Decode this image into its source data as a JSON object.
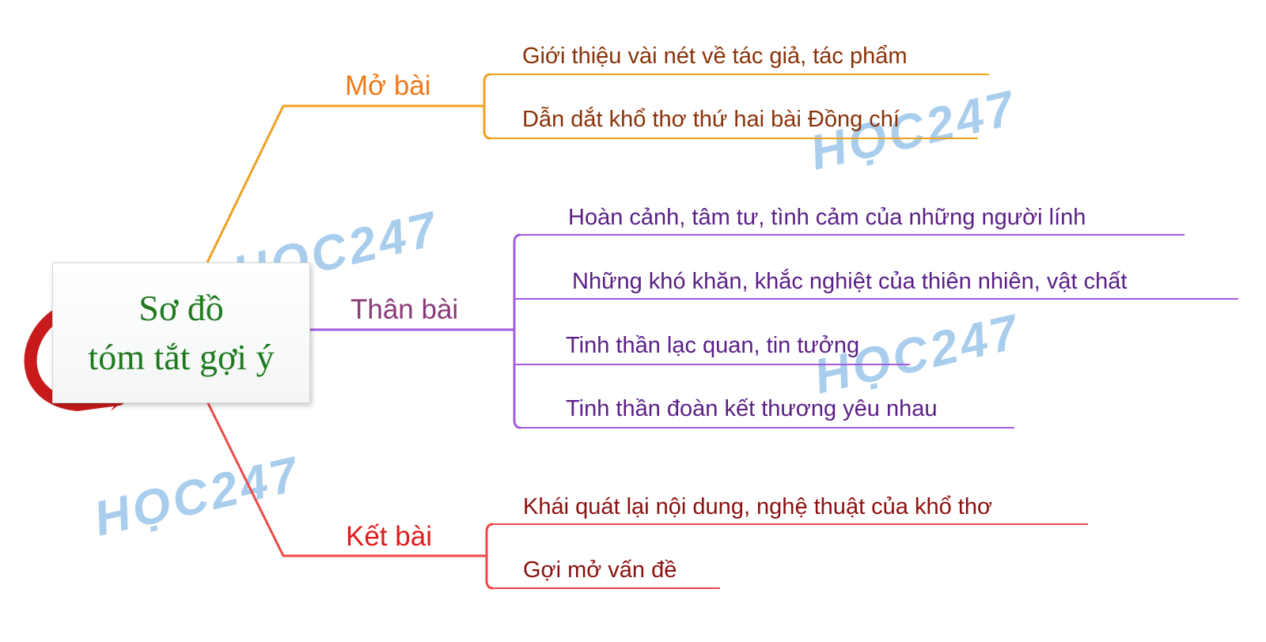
{
  "central": {
    "line1": "Sơ đồ",
    "line2": "tóm tắt gợi ý"
  },
  "branches": [
    {
      "label": "Mở bài",
      "label_color": "#ee7a1a",
      "line_color": "#f0a020",
      "leaf_color": "#8a3208",
      "leaves": [
        "Giới thiệu vài nét về tác giả, tác phẩm",
        "Dẫn dắt khổ thơ thứ hai bài Đồng chí"
      ]
    },
    {
      "label": "Thân bài",
      "label_color": "#8a3a78",
      "line_color": "#a35be0",
      "leaf_color": "#5a1f86",
      "leaves": [
        "Hoàn cảnh, tâm tư, tình cảm của những người lính",
        "Những khó khăn, khắc nghiệt của thiên nhiên, vật chất",
        "Tinh thần lạc quan, tin tưởng",
        "Tinh thần đoàn kết thương yêu nhau"
      ]
    },
    {
      "label": "Kết bài",
      "label_color": "#e11b1b",
      "line_color": "#ee4a4a",
      "leaf_color": "#8a1010",
      "leaves": [
        "Khái quát lại nội dung, nghệ thuật của khổ thơ",
        "Gợi mở vấn đề"
      ]
    }
  ],
  "watermark": {
    "text": "HỌC247",
    "color": "#8dbde6"
  }
}
